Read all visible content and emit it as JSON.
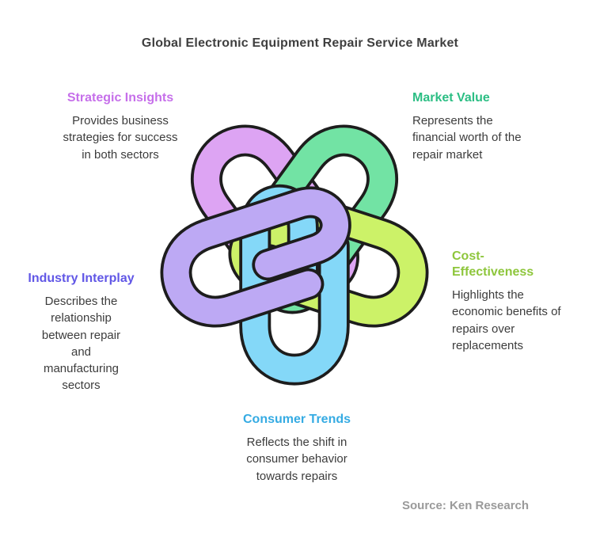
{
  "title": "Global Electronic Equipment Repair Service Market",
  "source": "Source: Ken Research",
  "diagram": {
    "type": "five-loop-interlocking-knot",
    "icon": "five-loop-knot-icon",
    "outline_color": "#1d1d1d",
    "background_color": "#ffffff"
  },
  "sections": [
    {
      "id": "strategic-insights",
      "title": "Strategic Insights",
      "description": "Provides business strategies for success in both sectors",
      "color": "#c66fea",
      "ribbon_color": "#dda4f3",
      "position": "top-left"
    },
    {
      "id": "market-value",
      "title": "Market Value",
      "description": "Represents the financial worth of the repair market",
      "color": "#2cbe84",
      "ribbon_color": "#72e3a4",
      "position": "top-right"
    },
    {
      "id": "cost-effectiveness",
      "title": "Cost-Effectiveness",
      "description": "Highlights the economic benefits of repairs over replacements",
      "color": "#8ec63c",
      "ribbon_color": "#ccf268",
      "position": "right"
    },
    {
      "id": "consumer-trends",
      "title": "Consumer Trends",
      "description": "Reflects the shift in consumer behavior towards repairs",
      "color": "#35abe3",
      "ribbon_color": "#84d8f8",
      "position": "bottom"
    },
    {
      "id": "industry-interplay",
      "title": "Industry Interplay",
      "description": "Describes the relationship between repair and manufacturing sectors",
      "color": "#6157e6",
      "ribbon_color": "#bda9f4",
      "position": "left"
    }
  ]
}
